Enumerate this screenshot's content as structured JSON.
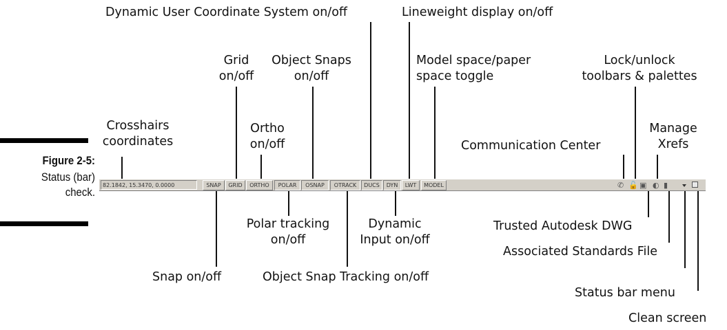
{
  "figure": {
    "title": "Figure 2-5:",
    "caption_line1": "Status (bar)",
    "caption_line2": "check."
  },
  "status_bar": {
    "coordinates": "82.1842, 15.3470, 0.0000",
    "buttons": {
      "snap": "SNAP",
      "grid": "GRID",
      "ortho": "ORTHO",
      "polar": "POLAR",
      "osnap": "OSNAP",
      "otrack": "OTRACK",
      "ducs": "DUCS",
      "dyn": "DYN",
      "lwt": "LWT",
      "model": "MODEL"
    },
    "tray_icons": [
      "communication-center-icon",
      "lock-icon",
      "trusted-dwg-icon",
      "manage-xrefs-icon",
      "standards-file-icon"
    ],
    "menu_icon": "status-bar-menu-arrow-icon",
    "clean_screen_icon": "clean-screen-icon"
  },
  "callouts": {
    "crosshairs": [
      "Crosshairs",
      "coordinates"
    ],
    "snap": "Snap on/off",
    "grid": [
      "Grid",
      "on/off"
    ],
    "ortho": [
      "Ortho",
      "on/off"
    ],
    "polar": [
      "Polar tracking",
      "on/off"
    ],
    "osnap": [
      "Object Snaps",
      "on/off"
    ],
    "otrack": "Object Snap Tracking on/off",
    "ducs": "Dynamic User Coordinate System on/off",
    "dyn": [
      "Dynamic",
      "Input on/off"
    ],
    "lwt": "Lineweight display on/off",
    "model": [
      "Model space/paper",
      "space toggle"
    ],
    "comm_center": "Communication Center",
    "lock": [
      "Lock/unlock",
      "toolbars & palettes"
    ],
    "xrefs": [
      "Manage",
      "Xrefs"
    ],
    "trusted": "Trusted Autodesk DWG",
    "standards": "Associated Standards File",
    "menu": "Status bar menu",
    "clean": "Clean screen"
  }
}
